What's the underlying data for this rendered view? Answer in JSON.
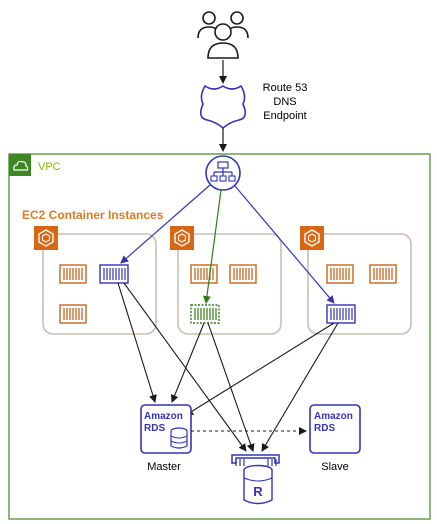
{
  "route53": {
    "line1": "Route 53",
    "line2": "DNS",
    "line3": "Endpoint"
  },
  "vpc": {
    "label": "VPC"
  },
  "ec2": {
    "label": "EC2 Container Instances"
  },
  "rds_master": {
    "brand1": "Amazon",
    "brand2": "RDS",
    "caption": "Master"
  },
  "rds_slave": {
    "brand1": "Amazon",
    "brand2": "RDS",
    "caption": "Slave"
  },
  "cache": {
    "letter": "R"
  },
  "colors": {
    "vpc_border": "#3f8624",
    "vpc_label": "#7fba00",
    "ec2_orange": "#d86613",
    "ec2_text": "#e07b1f",
    "instance_border": "#c9bfb4",
    "task_orange": "#c8651b",
    "navy": "#3334b9",
    "green": "#2e7d16",
    "black": "#1a1a1a"
  },
  "icons": [
    "users-icon",
    "route53-shield-icon",
    "load-balancer-icon",
    "ecs-cube-icon",
    "container-icon",
    "rds-database-icon",
    "elasticache-redis-icon",
    "vpc-cloud-icon"
  ]
}
